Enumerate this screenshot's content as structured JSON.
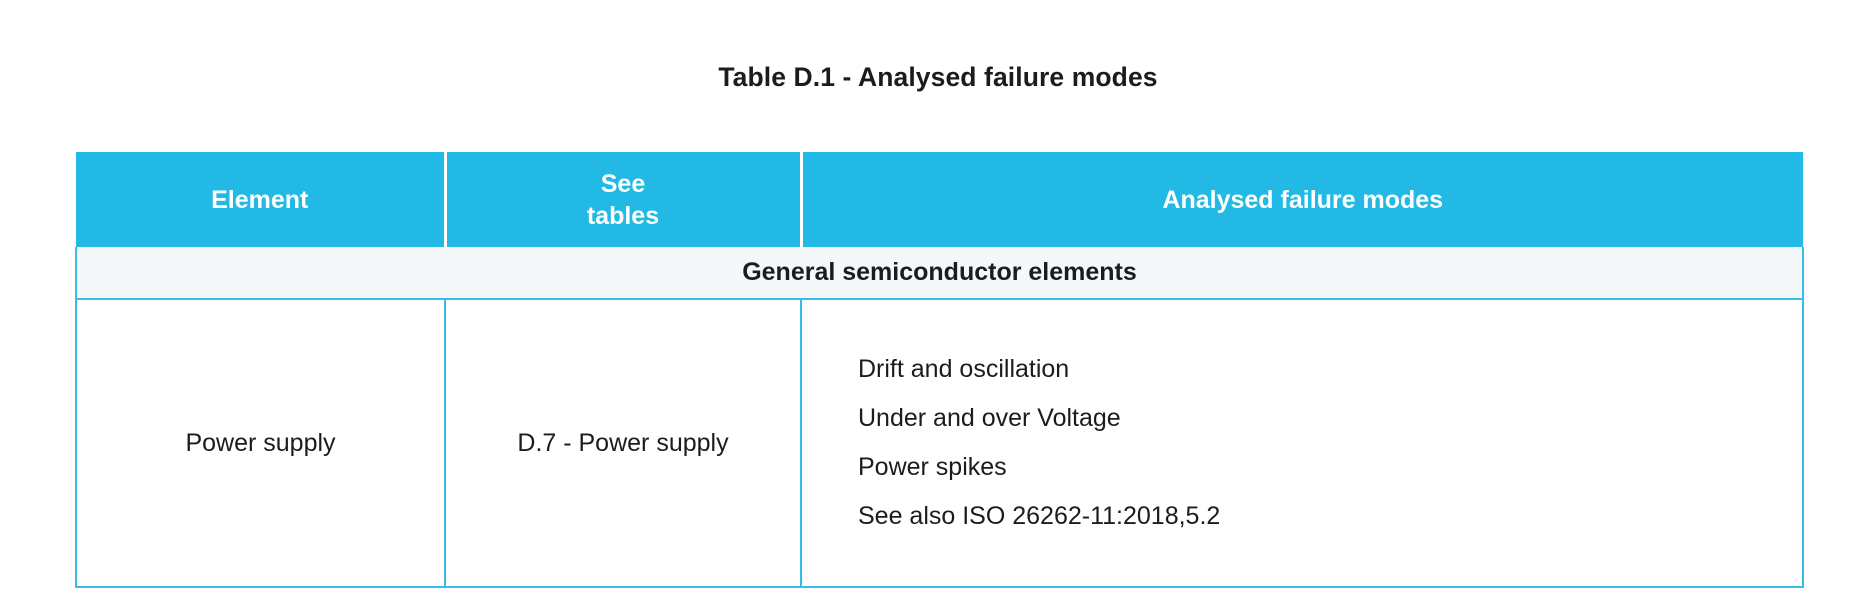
{
  "document": {
    "caption": "Table D.1 - Analysed failure modes",
    "accent_color": "#22bae4",
    "border_color": "#37bdea",
    "section_row_background": "#f4f8fb",
    "text_color": "#1c1c1c",
    "header_text_color": "#ffffff",
    "page_background": "#ffffff"
  },
  "table": {
    "columns": [
      {
        "key": "element",
        "label": "Element"
      },
      {
        "key": "see_tables",
        "label_line1": "See",
        "label_line2": "tables"
      },
      {
        "key": "analysed_failure_modes",
        "label": "Analysed failure modes"
      }
    ],
    "sections": [
      {
        "title": "General semiconductor elements",
        "rows": [
          {
            "element": "Power supply",
            "see_tables": "D.7 - Power supply",
            "analysed_failure_modes": [
              "Drift and oscillation",
              "Under and over Voltage",
              "Power spikes",
              "See also ISO 26262-11:2018,5.2"
            ]
          }
        ]
      }
    ]
  }
}
